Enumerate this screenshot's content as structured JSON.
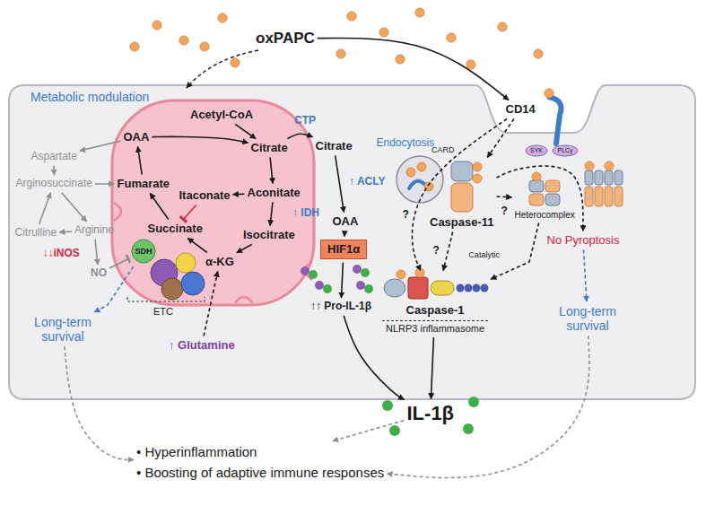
{
  "diagram": {
    "nodes": [
      {
        "text": [
          "oxPAPC"
        ]
      },
      {
        "text": [
          "CD14"
        ]
      },
      {
        "text": [
          "Acetyl-CoA"
        ]
      },
      {
        "text": [
          "Citrate"
        ]
      },
      {
        "text": [
          "Aconitate"
        ]
      },
      {
        "text": [
          "Isocitrate"
        ]
      },
      {
        "text": [
          "α-KG"
        ]
      },
      {
        "text": [
          "Succinate"
        ]
      },
      {
        "text": [
          "Fumarate"
        ]
      },
      {
        "text": [
          "OAA"
        ]
      },
      {
        "text": [
          "Itaconate"
        ]
      },
      {
        "text": [
          "Citrate"
        ]
      },
      {
        "text": [
          "OAA"
        ]
      },
      {
        "text": [
          "HIF1α"
        ]
      },
      {
        "text": [
          "↑↑ Pro-IL-1β"
        ]
      },
      {
        "text": [
          "Aspartate"
        ]
      },
      {
        "text": [
          "Arginosuccinate"
        ]
      },
      {
        "text": [
          "Arginine"
        ]
      },
      {
        "text": [
          "Citrulline"
        ]
      },
      {
        "text": [
          "NO"
        ]
      },
      {
        "text": [
          "Caspase-11"
        ]
      },
      {
        "text": [
          "Caspase-1",
          "NLRP3 inflammasome"
        ]
      },
      {
        "text": [
          "IL-1β"
        ]
      },
      {
        "text": [
          "• Hyperinflammation",
          "• Boosting of adaptive immune responses"
        ]
      },
      {
        "text": [
          "Long-term survival"
        ]
      },
      {
        "text": [
          "Long-term survival"
        ]
      },
      {
        "text": [
          "No Pyroptosis"
        ]
      },
      {
        "text": [
          "↑ Glutamine"
        ]
      },
      {
        "text": [
          "Heterocomplex"
        ]
      },
      {
        "text": [
          "SDH"
        ]
      }
    ],
    "edges": [
      {
        "from": 0,
        "to": 1,
        "arrow": "to"
      },
      {
        "from": 2,
        "to": 3,
        "arrow": "to"
      },
      {
        "from": 3,
        "to": 4,
        "arrow": "to"
      },
      {
        "from": 4,
        "to": 5,
        "arrow": "to",
        "label": "↑ IDH"
      },
      {
        "from": 5,
        "to": 6,
        "arrow": "to"
      },
      {
        "from": 6,
        "to": 7,
        "arrow": "to"
      },
      {
        "from": 7,
        "to": 8,
        "arrow": "to"
      },
      {
        "from": 8,
        "to": 9,
        "arrow": "to"
      },
      {
        "from": 9,
        "to": 3,
        "arrow": "to"
      },
      {
        "from": 4,
        "to": 10,
        "arrow": "to"
      },
      {
        "from": 10,
        "to": 7,
        "arrow": "to"
      },
      {
        "from": 3,
        "to": 11,
        "arrow": "to",
        "label": "CTP"
      },
      {
        "from": 11,
        "to": 12,
        "arrow": "to",
        "label": "↑ ACLY"
      },
      {
        "from": 12,
        "to": 13,
        "arrow": "to"
      },
      {
        "from": 13,
        "to": 14,
        "arrow": "to"
      },
      {
        "from": 14,
        "to": 22,
        "arrow": "to"
      },
      {
        "from": 21,
        "to": 22,
        "arrow": "to"
      },
      {
        "from": 27,
        "to": 6,
        "arrow": "to"
      },
      {
        "from": 9,
        "to": 15,
        "arrow": "to"
      },
      {
        "from": 15,
        "to": 16,
        "arrow": "to"
      },
      {
        "from": 16,
        "to": 8,
        "arrow": "to"
      },
      {
        "from": 16,
        "to": 17,
        "arrow": "to"
      },
      {
        "from": 17,
        "to": 18,
        "arrow": "to"
      },
      {
        "from": 18,
        "to": 16,
        "arrow": "to"
      },
      {
        "from": 17,
        "to": 19,
        "arrow": "to"
      },
      {
        "from": 19,
        "to": 29,
        "arrow": "to"
      },
      {
        "from": 29,
        "to": 24,
        "arrow": "to"
      },
      {
        "from": 24,
        "to": 23,
        "arrow": "to"
      },
      {
        "from": 22,
        "to": 23,
        "arrow": "to"
      },
      {
        "from": 1,
        "to": 20,
        "arrow": "to"
      },
      {
        "from": 1,
        "to": 21,
        "arrow": "to",
        "label": "?"
      },
      {
        "from": 20,
        "to": 21,
        "arrow": "to",
        "label": "?"
      },
      {
        "from": 20,
        "to": 28,
        "arrow": "to",
        "label": "?"
      },
      {
        "from": 28,
        "to": 21,
        "arrow": "to"
      },
      {
        "from": 20,
        "to": 26,
        "arrow": "to"
      },
      {
        "from": 26,
        "to": 25,
        "arrow": "to"
      },
      {
        "from": 25,
        "to": 23,
        "arrow": "to"
      }
    ],
    "labels": [
      "Metabolic modulation",
      "Endocytosis",
      "SYK",
      "PLCγ",
      "↓↓iNOS",
      "ETC",
      "CARD",
      "Catalytic"
    ]
  }
}
